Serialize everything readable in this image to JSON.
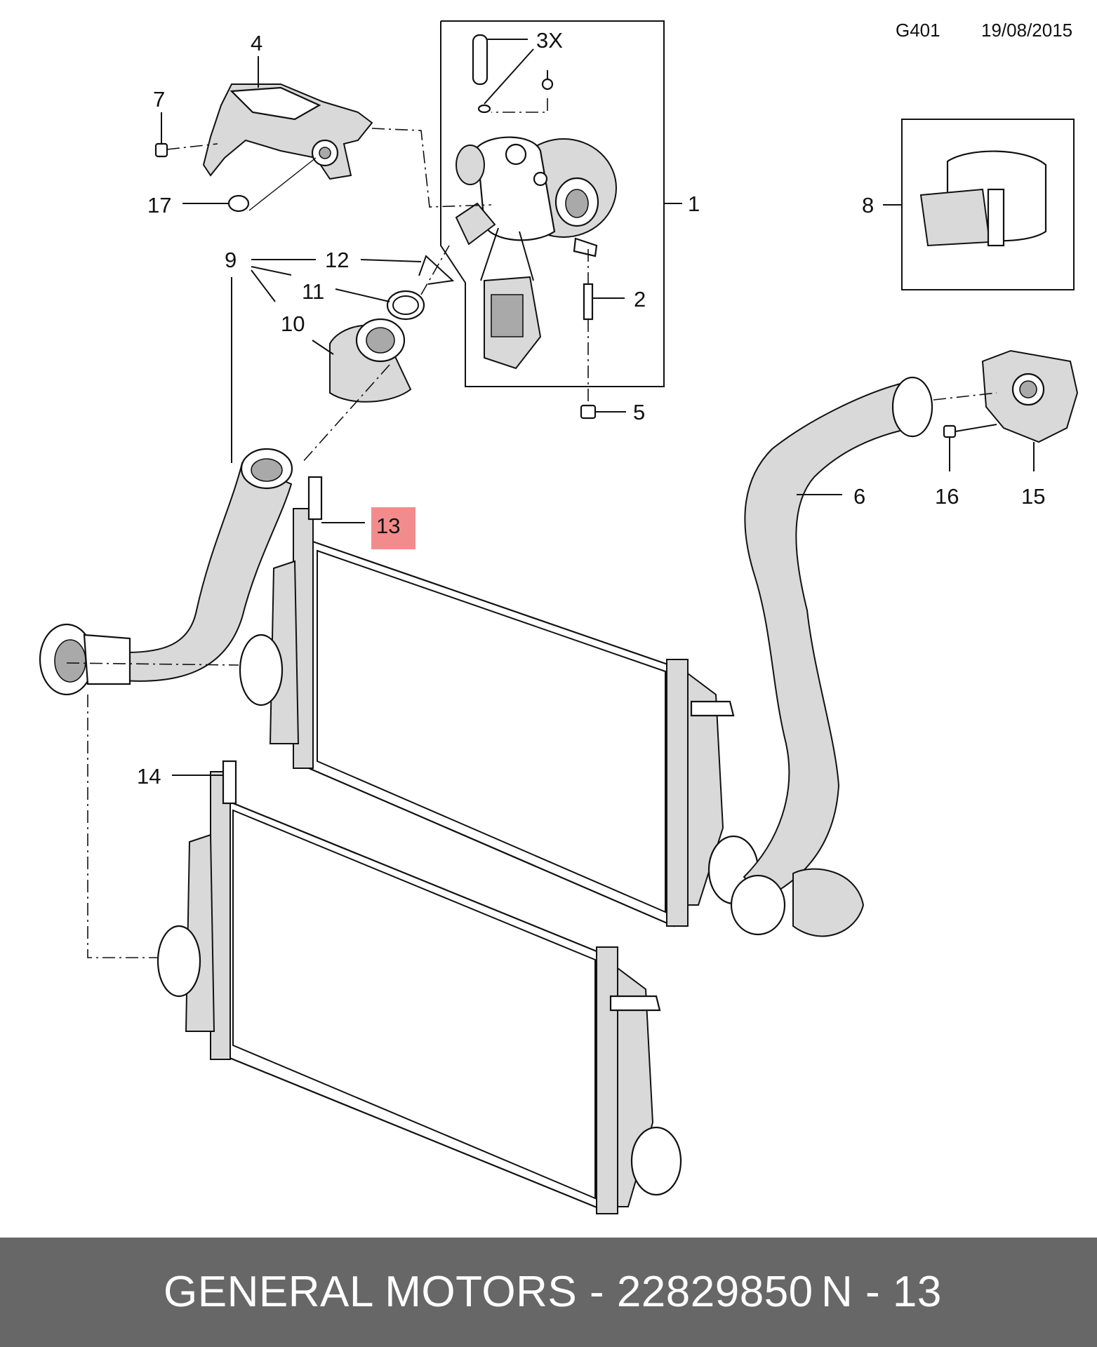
{
  "header": {
    "diagram_code": "G401",
    "date": "19/08/2015"
  },
  "callouts": {
    "c1": "1",
    "c2": "2",
    "c3x": "3X",
    "c4": "4",
    "c5": "5",
    "c6": "6",
    "c7": "7",
    "c8": "8",
    "c9": "9",
    "c10": "10",
    "c11": "11",
    "c12": "12",
    "c13": "13",
    "c14": "14",
    "c15": "15",
    "c16": "16",
    "c17": "17"
  },
  "highlight_color": "#f28c8c",
  "footer": {
    "part_label": "GENERAL MOTORS - 22829850",
    "ref_label": "N - 13"
  }
}
